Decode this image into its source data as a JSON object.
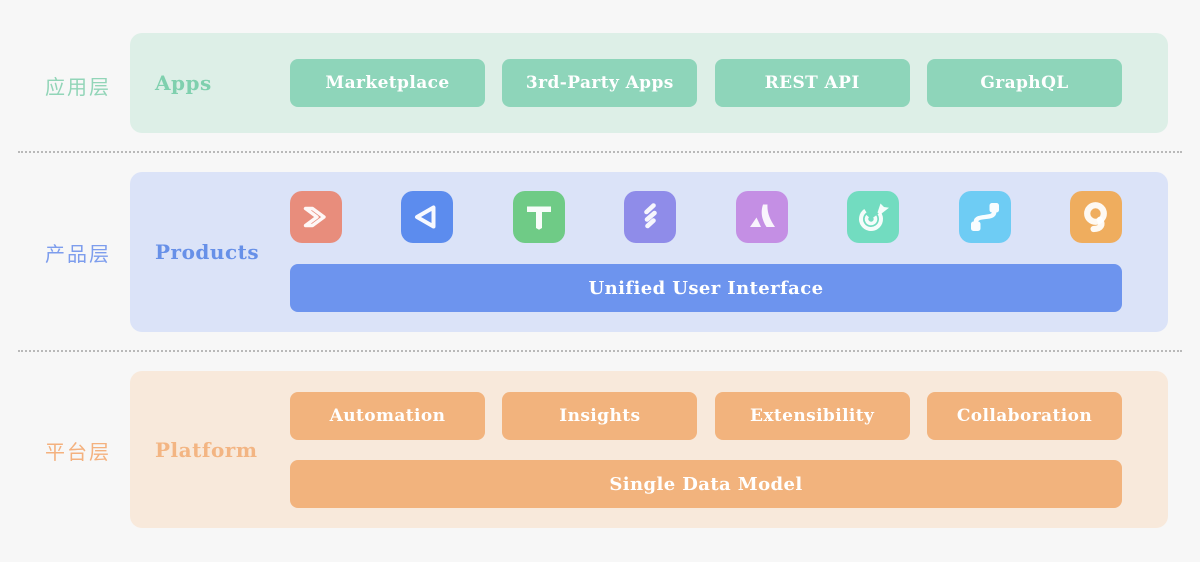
{
  "page": {
    "background": "#f7f7f7",
    "separator_color": "#b9b9b9"
  },
  "layers": {
    "apps": {
      "side_label": "应用层",
      "title": "Apps",
      "items": [
        "Marketplace",
        "3rd-Party Apps",
        "REST API",
        "GraphQL"
      ],
      "colors": {
        "panel": "#ddefe7",
        "chip": "#8ed5ba",
        "title": "#7fd0ae",
        "side_label": "#92d5b8"
      }
    },
    "products": {
      "side_label": "产品层",
      "title": "Products",
      "bar_label": "Unified User Interface",
      "colors": {
        "panel": "#dbe3f8",
        "bar": "#6d94ee",
        "title": "#6790e8",
        "side_label": "#7d9ded"
      },
      "icons": [
        {
          "name": "arrow-product-icon",
          "color": "#e88d7c"
        },
        {
          "name": "triangle-product-icon",
          "color": "#5c8cee"
        },
        {
          "name": "t-letter-product-icon",
          "color": "#6fcb86"
        },
        {
          "name": "flame-product-icon",
          "color": "#8f8ce9"
        },
        {
          "name": "mountain-a-product-icon",
          "color": "#c48fe4"
        },
        {
          "name": "target-product-icon",
          "color": "#72dcc0"
        },
        {
          "name": "workflow-product-icon",
          "color": "#6eccf4"
        },
        {
          "name": "q-pin-product-icon",
          "color": "#efad5e"
        }
      ]
    },
    "platform": {
      "side_label": "平台层",
      "title": "Platform",
      "items": [
        "Automation",
        "Insights",
        "Extensibility",
        "Collaboration"
      ],
      "bar_label": "Single Data Model",
      "colors": {
        "panel": "#f8e9db",
        "chip": "#f2b37d",
        "bar": "#f2b37d",
        "title": "#f3b583",
        "side_label": "#f4b17e"
      }
    }
  }
}
